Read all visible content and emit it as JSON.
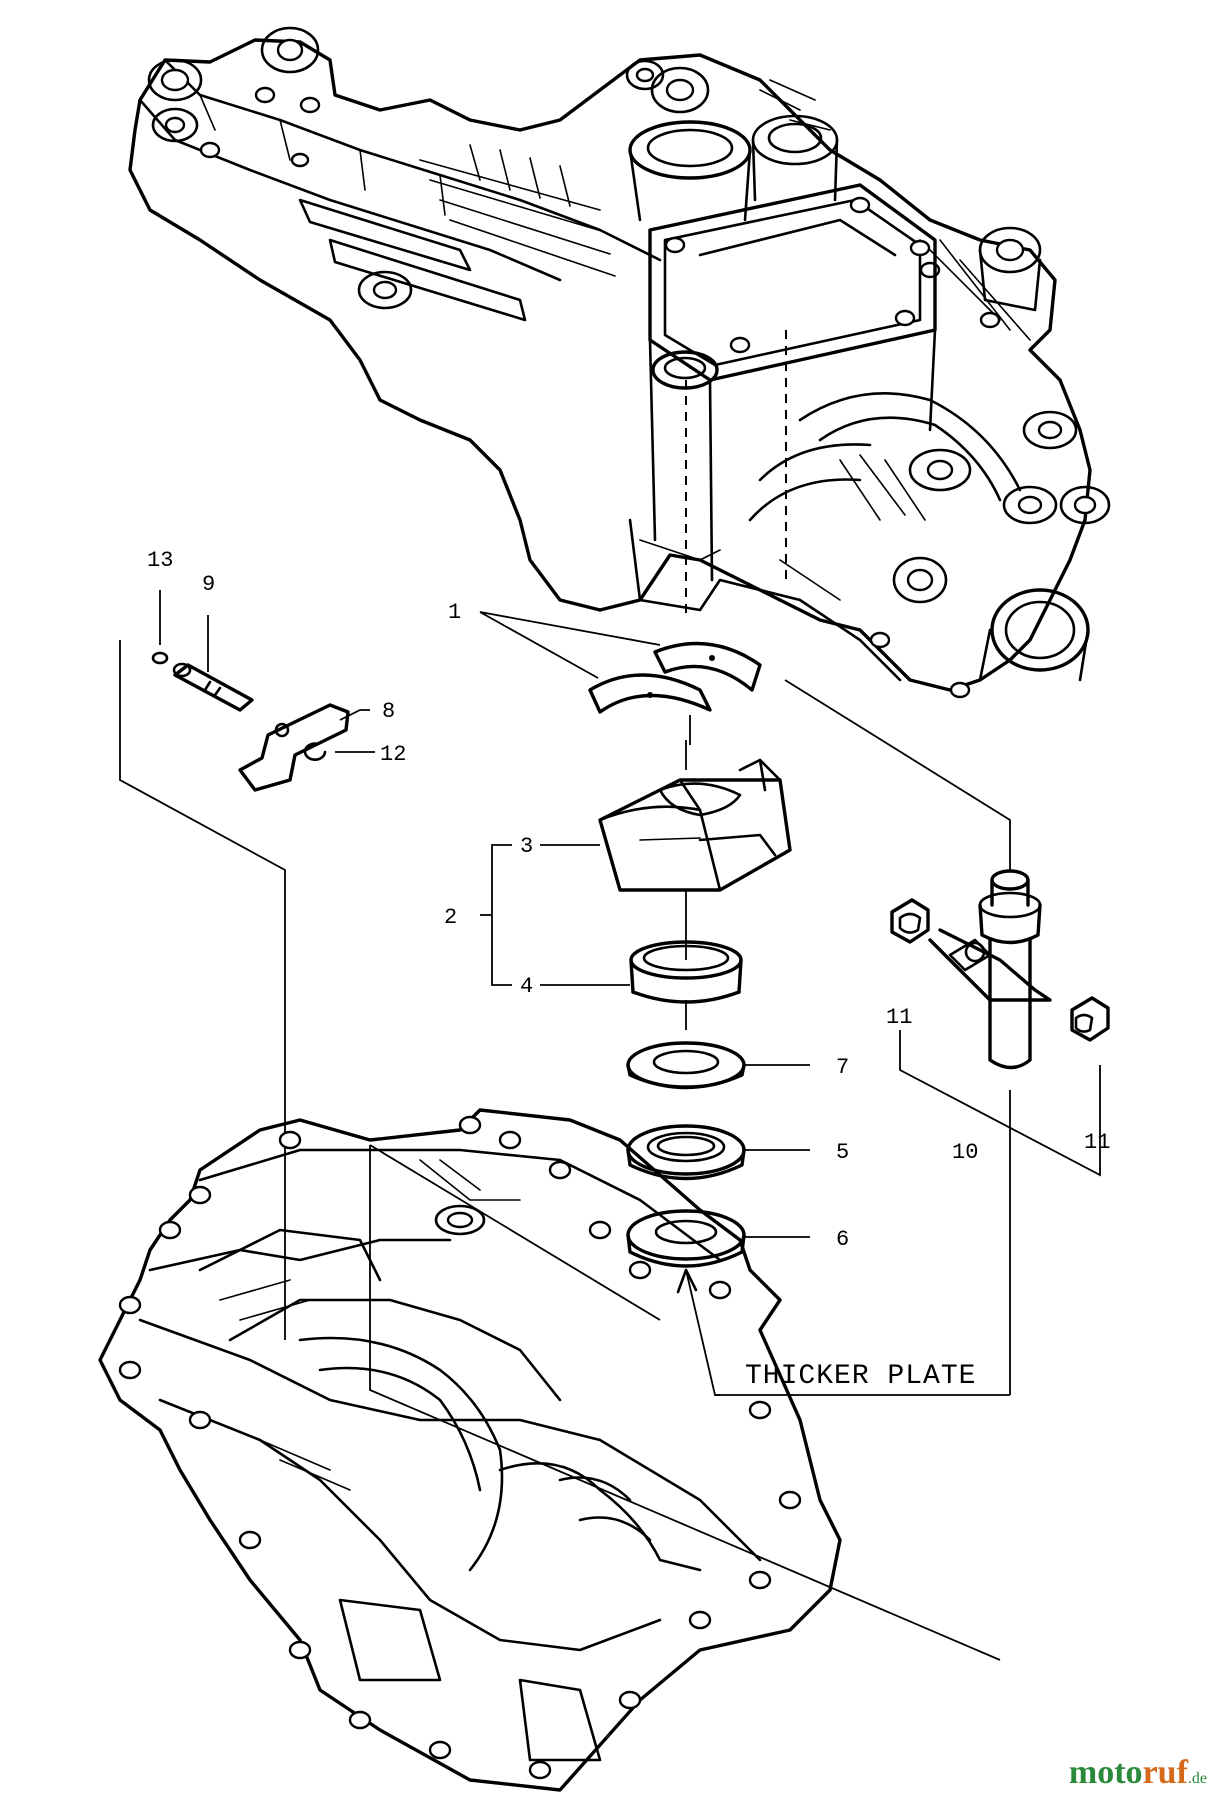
{
  "diagram": {
    "callouts": {
      "p1": "1",
      "p2": "2",
      "p3": "3",
      "p4": "4",
      "p5": "5",
      "p6": "6",
      "p7": "7",
      "p8": "8",
      "p9": "9",
      "p10": "10",
      "p11a": "11",
      "p11b": "11",
      "p12": "12",
      "p13": "13"
    },
    "note": "THICKER PLATE"
  },
  "watermark": {
    "part1": "moto",
    "part2": "ruf",
    "part3": ".de",
    "colors": {
      "green": "#2a8a3a",
      "orange": "#d46a1a"
    }
  }
}
